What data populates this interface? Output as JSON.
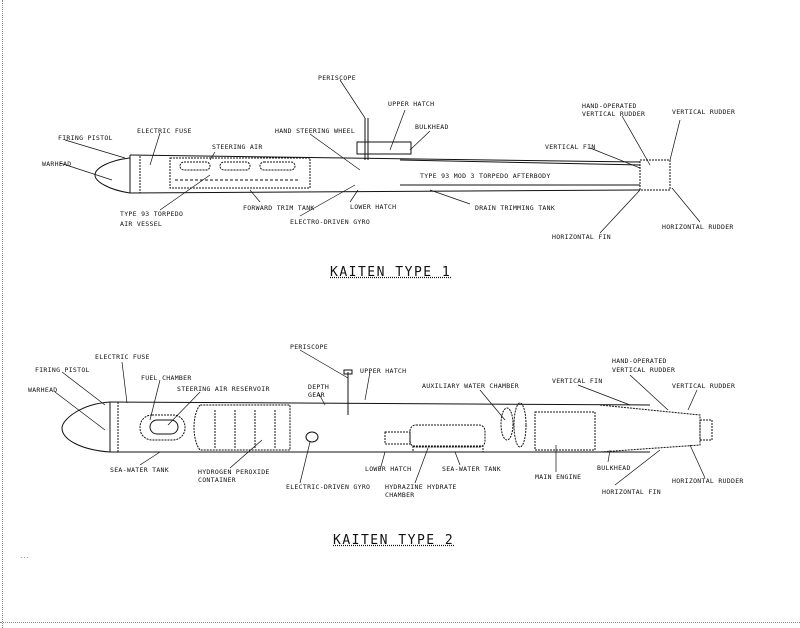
{
  "diagrams": [
    {
      "title": "KAITEN TYPE 1",
      "labels": {
        "periscope": "Periscope",
        "upper_hatch": "Upper Hatch",
        "bulkhead": "Bulkhead",
        "hand_steering_wheel": "Hand Steering Wheel",
        "firing_pistol": "Firing Pistol",
        "electric_fuse": "Electric Fuse",
        "steering_air": "Steering Air",
        "warhead": "Warhead",
        "type93_air_vessel": [
          "Type 93 Torpedo",
          "Air Vessel"
        ],
        "forward_trim_tank": "Forward Trim Tank",
        "electro_driven_gyro": "Electro-Driven Gyro",
        "lower_hatch": "Lower Hatch",
        "type93_afterbody": "Type 93 Mod 3 Torpedo Afterbody",
        "after_trimming_tank": "Drain Trimming Tank",
        "hand_operated_vertical_rudder": [
          "Hand-Operated",
          "Vertical Rudder"
        ],
        "vertical_rudder": "Vertical Rudder",
        "vertical_fin": "Vertical Fin",
        "horizontal_fin": "Horizontal Fin",
        "horizontal_rudder": "Horizontal Rudder"
      }
    },
    {
      "title": "KAITEN TYPE 2",
      "labels": {
        "periscope": "Periscope",
        "upper_hatch": "Upper Hatch",
        "depth_gear": [
          "Depth",
          "Gear"
        ],
        "electric_fuse": "Electric Fuse",
        "firing_pistol": "Firing Pistol",
        "fuel_chamber": "Fuel Chamber",
        "steering_air_reservoir": "Steering Air Reservoir",
        "warhead": "Warhead",
        "sea_water_tank_fwd": "Sea-Water Tank",
        "hydrogen_peroxide_container": [
          "Hydrogen Peroxide",
          "Container"
        ],
        "electric_driven_gyro": "Electric-Driven Gyro",
        "lower_hatch": "Lower Hatch",
        "hydrazine_hydrate_chamber": [
          "Hydrazine Hydrate",
          "Chamber"
        ],
        "sea_water_tank_aft": "Sea-Water Tank",
        "auxiliary_water_chamber": "Auxiliary Water Chamber",
        "main_engine": "Main Engine",
        "bulkhead": "Bulkhead",
        "vertical_fin": "Vertical Fin",
        "hand_operated_vertical_rudder": [
          "Hand-Operated",
          "Vertical Rudder"
        ],
        "vertical_rudder": "Vertical Rudder",
        "horizontal_fin": "Horizontal Fin",
        "horizontal_rudder": "Horizontal Rudder"
      }
    }
  ],
  "page_mark": "---"
}
